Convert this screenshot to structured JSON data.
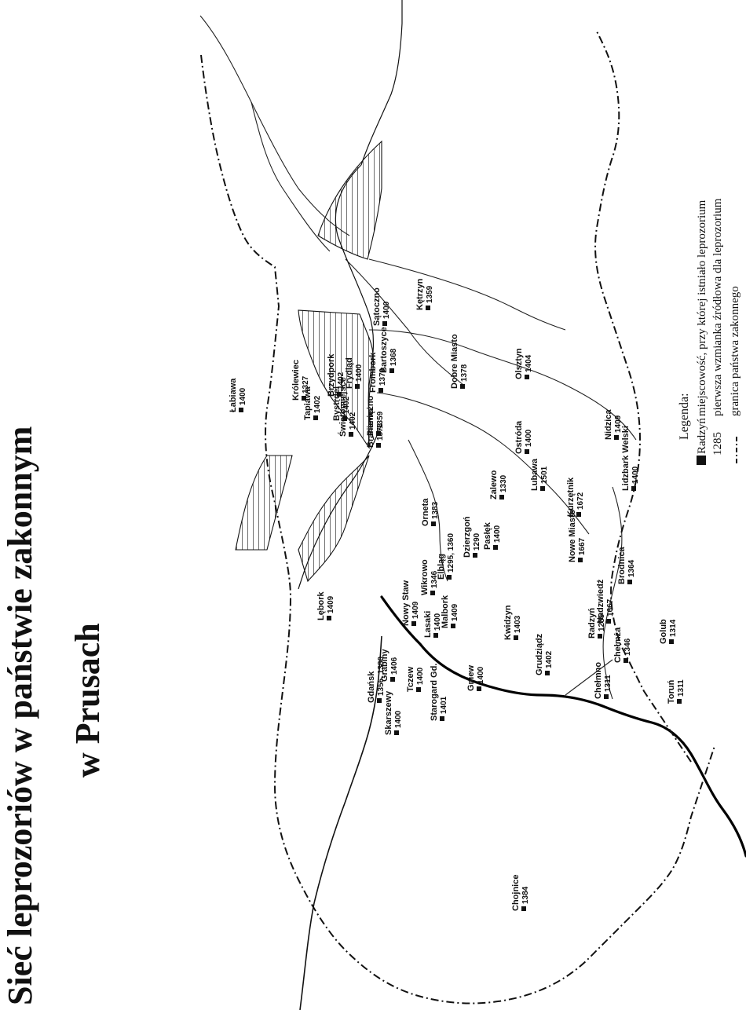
{
  "title": {
    "line1": "Sieć leprozoriów w państwie zakonnym",
    "line2": "w Prusach"
  },
  "legend": {
    "heading": "Legenda:",
    "marker_label": "Radzyń",
    "year_label": "1285",
    "items": [
      "miejscowość, przy której istniało leprozorium",
      "pierwsza wzmianka źródłowa dla leprozorium",
      "granica państwa zakonnego"
    ]
  },
  "places": [
    {
      "name": "Lębork",
      "year": "1409"
    },
    {
      "name": "Chojnice",
      "year": "1384"
    },
    {
      "name": "Gdańsk",
      "year": "1356, 1380"
    },
    {
      "name": "Grabiny",
      "year": "1406"
    },
    {
      "name": "Skarszewy",
      "year": "1400"
    },
    {
      "name": "Tczew",
      "year": "1400"
    },
    {
      "name": "Starogard Gd.",
      "year": "1401"
    },
    {
      "name": "Gniew",
      "year": "1400"
    },
    {
      "name": "Lasaki",
      "year": "1400"
    },
    {
      "name": "Nowy Staw",
      "year": "1409"
    },
    {
      "name": "Malbork",
      "year": "1409"
    },
    {
      "name": "Wikrowo",
      "year": "1346"
    },
    {
      "name": "Kwidzyn",
      "year": "1403"
    },
    {
      "name": "Grudziądz",
      "year": "1402"
    },
    {
      "name": "Chełmno",
      "year": "1311"
    },
    {
      "name": "Radzyń",
      "year": "1285"
    },
    {
      "name": "Nadzwiedź",
      "year": "1667"
    },
    {
      "name": "Chełmża",
      "year": "1346"
    },
    {
      "name": "Toruń",
      "year": "1311"
    },
    {
      "name": "Golub",
      "year": "1314"
    },
    {
      "name": "Brodnica",
      "year": "1364"
    },
    {
      "name": "Elbląg",
      "year": "1295, 1360"
    },
    {
      "name": "Dzierzgoń",
      "year": "1290"
    },
    {
      "name": "Pasłęk",
      "year": "1400"
    },
    {
      "name": "Zalewo",
      "year": "1330"
    },
    {
      "name": "Nowe Miasto",
      "year": "1667"
    },
    {
      "name": "Kurzętnik",
      "year": "1672"
    },
    {
      "name": "Lubawa",
      "year": "1501"
    },
    {
      "name": "Ostróda",
      "year": "1400"
    },
    {
      "name": "Lidzbark Welski",
      "year": "1400"
    },
    {
      "name": "Nidzica",
      "year": "1409"
    },
    {
      "name": "Frombork",
      "year": "1379"
    },
    {
      "name": "Braniewo",
      "year": "1378"
    },
    {
      "name": "Pieniężno",
      "year": "1359"
    },
    {
      "name": "Orneta",
      "year": "1383"
    },
    {
      "name": "Świętomiejsce",
      "year": "1402"
    },
    {
      "name": "Bystrdel",
      "year": "1402"
    },
    {
      "name": "Królewiec",
      "year": "1327"
    },
    {
      "name": "Brzydpork",
      "year": "1402"
    },
    {
      "name": "Frydląd",
      "year": "1400"
    },
    {
      "name": "Bartoszyce",
      "year": "1368"
    },
    {
      "name": "Dobre Miasto",
      "year": "1378"
    },
    {
      "name": "Olsztyn",
      "year": "1404"
    },
    {
      "name": "Sątoczno",
      "year": "1400"
    },
    {
      "name": "Kętrzyn",
      "year": "1359"
    },
    {
      "name": "Tapiawa",
      "year": "1402"
    },
    {
      "name": "Łabiawa",
      "year": "1400"
    }
  ]
}
